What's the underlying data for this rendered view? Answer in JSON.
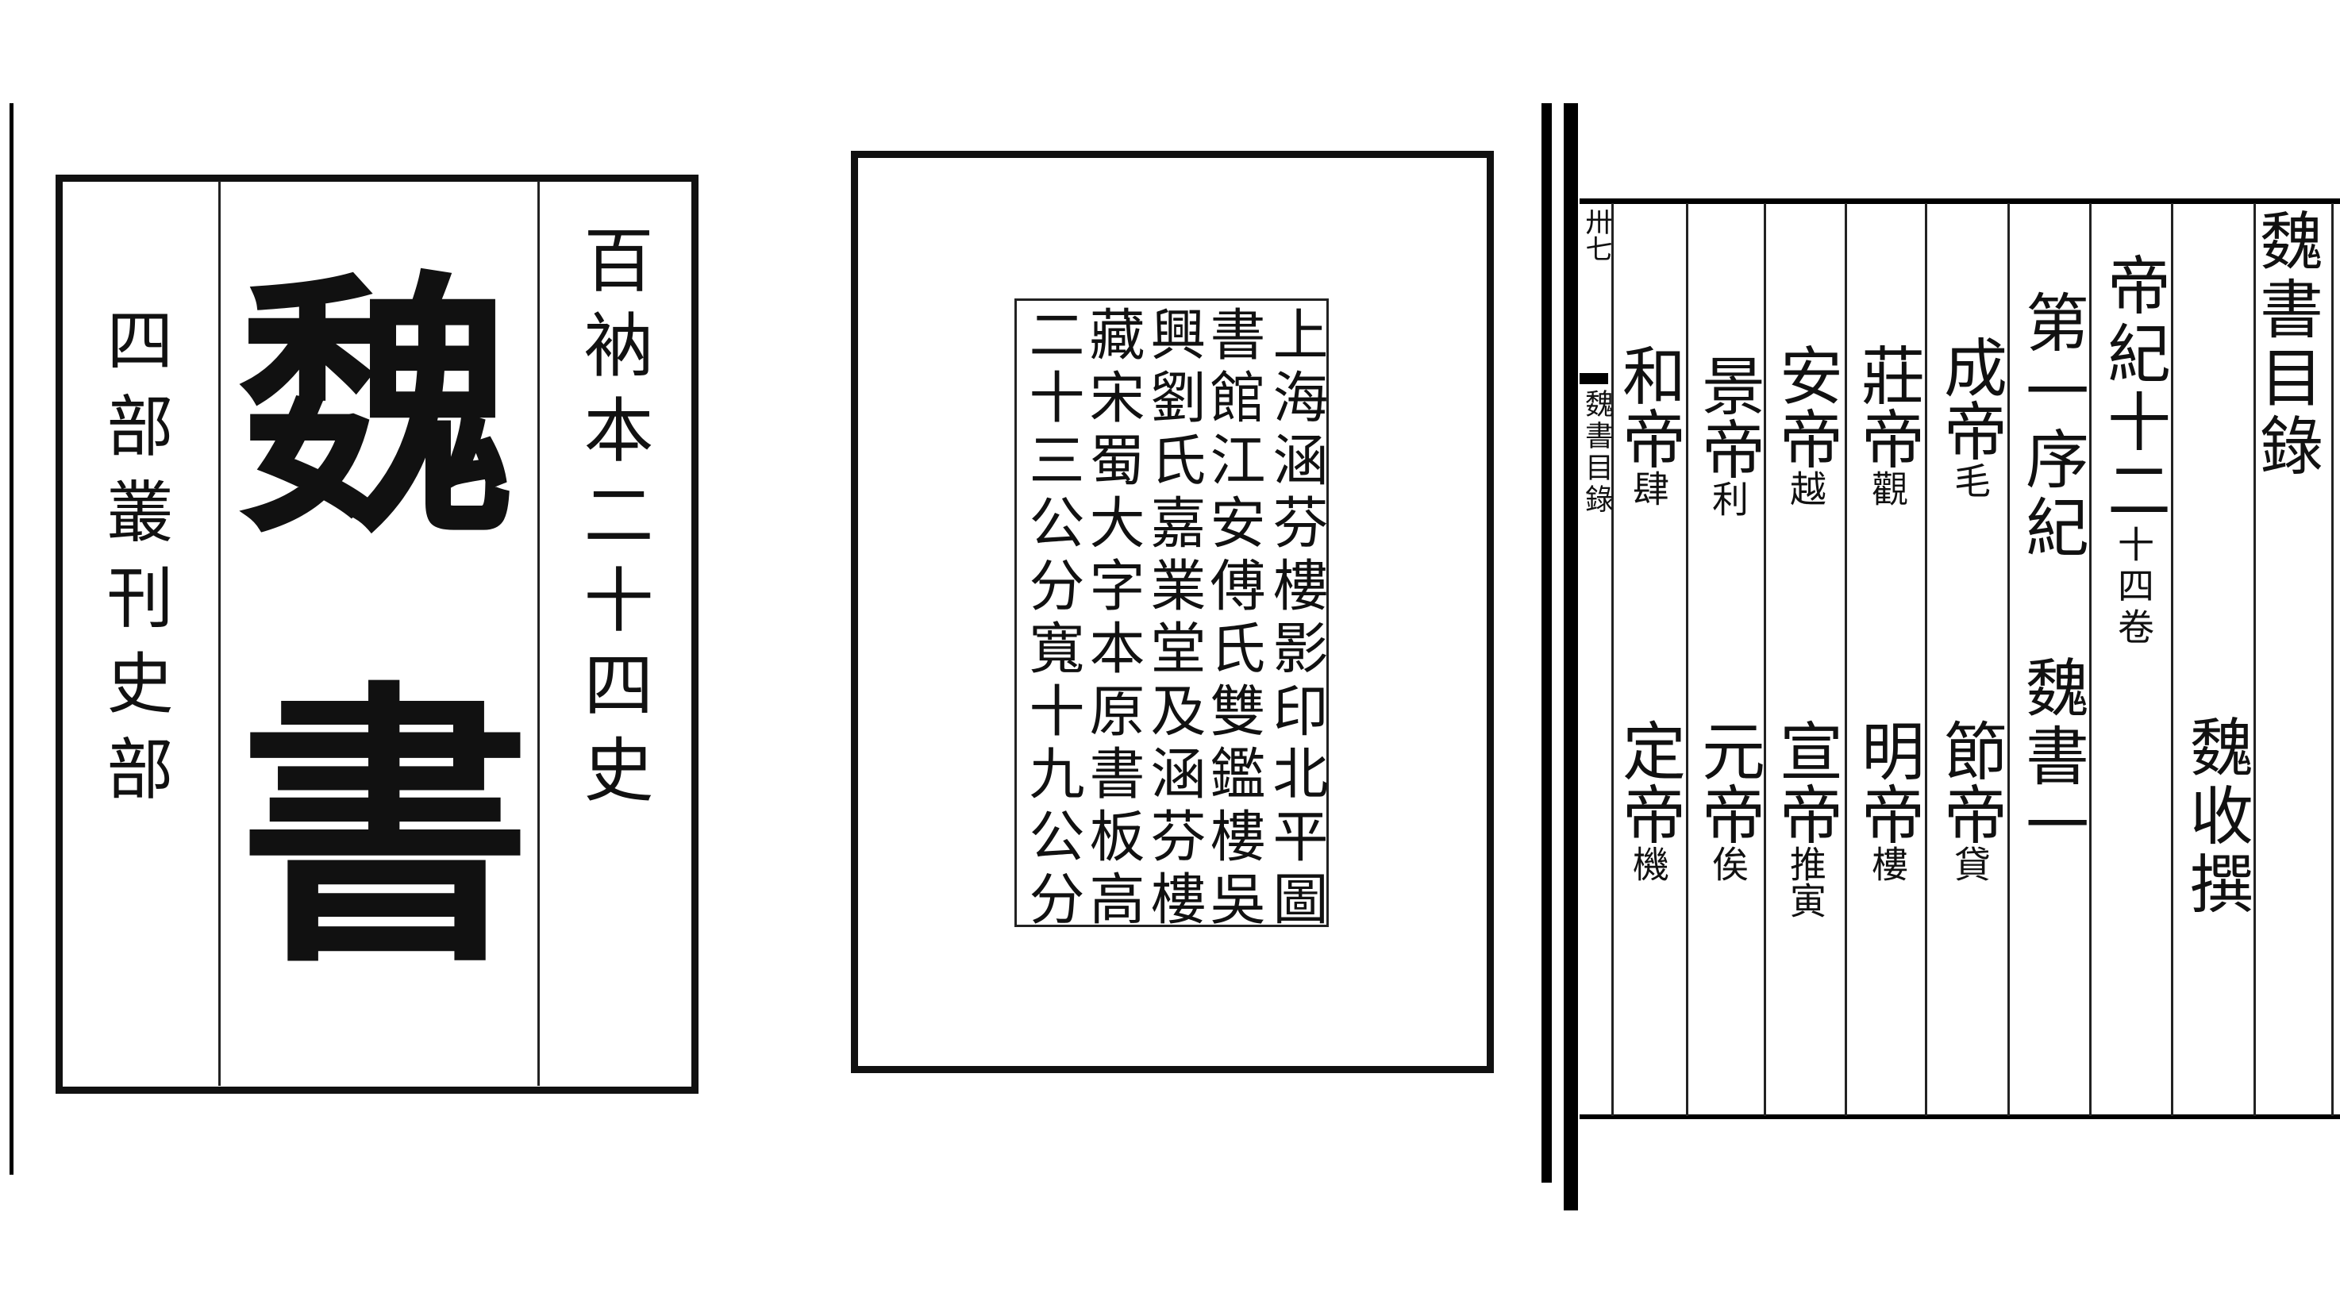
{
  "left_page": {
    "series_title": "百衲本二十四史",
    "book_title": [
      "魏",
      "書"
    ],
    "collection": "四部叢刊史部"
  },
  "middle_page": {
    "colophon_lines": [
      "上海涵芬樓影印北平圖",
      "書館江安傅氏雙鑑樓吳",
      "興劉氏嘉業堂及涵芬樓",
      "藏宋蜀大字本原書板高",
      "二十三公分寬十九公分"
    ]
  },
  "right_page": {
    "title": "魏書目錄",
    "author": "魏收撰",
    "section": {
      "main": "帝紀十二",
      "note": "十四卷"
    },
    "chapter": "第一序紀",
    "volume": "魏書一",
    "emperors_upper": [
      {
        "name": "成帝",
        "personal": "毛"
      },
      {
        "name": "莊帝",
        "personal": "觀"
      },
      {
        "name": "安帝",
        "personal": "越"
      },
      {
        "name": "景帝",
        "personal": "利"
      },
      {
        "name": "和帝",
        "personal": "肆"
      }
    ],
    "emperors_lower": [
      {
        "name": "節帝",
        "personal": "貸"
      },
      {
        "name": "明帝",
        "personal": "樓"
      },
      {
        "name": "宣帝",
        "personal": "推寅"
      },
      {
        "name": "元帝",
        "personal": "俟"
      },
      {
        "name": "定帝",
        "personal": "機"
      }
    ],
    "margin": {
      "volume_no": "卅七",
      "label": "魏書目錄"
    }
  }
}
